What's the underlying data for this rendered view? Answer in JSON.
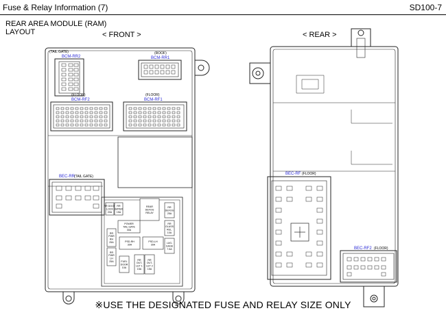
{
  "header": {
    "title": "Fuse & Relay Information (7)",
    "code": "SD100-7"
  },
  "module": {
    "name": "REAR AREA MODULE (RAM)",
    "sub": "LAYOUT"
  },
  "views": {
    "front": "< FRONT >",
    "rear": "< REAR >"
  },
  "connectors": {
    "bcm_rr2": {
      "id": "BCM-RR2",
      "loc": "(TAIL GATE)"
    },
    "bcm_rr1": {
      "id": "BCM-RR1",
      "loc": "(ROOF)"
    },
    "bcm_rf2": {
      "id": "BCM-RF2",
      "loc": "(FLOOR)"
    },
    "bcm_rf1": {
      "id": "BCM-RF1",
      "loc": "(FLOOR)"
    },
    "bec_rr": {
      "id": "BEC-RR",
      "loc": "(TAIL GATE)"
    },
    "bec_rf": {
      "id": "BEC-RF",
      "loc": "(FLOOR)"
    },
    "bec_rf2": {
      "id": "BEC-RF2",
      "loc": "(FLOOR)"
    }
  },
  "fuses": {
    "rr_door_lock": [
      "RR DOOR",
      "LOCK",
      "20A"
    ],
    "rr_wiper": [
      "RR",
      "WIPER",
      "15A"
    ],
    "rear_defog_relay": [
      "REAR",
      "DEFOG",
      "RELAY"
    ],
    "rr_defog": [
      "RR",
      "DEFOG",
      "25A"
    ],
    "rr_glass_release": [
      "RR",
      "GLASS",
      "REL.",
      "10A"
    ],
    "power_tail_gate": [
      "POWER",
      "TAIL GATE",
      "30A"
    ],
    "rr_pwr_rh": [
      "RR",
      "PWR",
      "RH",
      "25A"
    ],
    "psd_rh": [
      "PSD-RH",
      "30A"
    ],
    "psd_lh": [
      "PSD-LH",
      "30A"
    ],
    "luggage": [
      "LUG-",
      "GAGE",
      "7.5A"
    ],
    "rr_pwr_lh": [
      "RR",
      "PWR",
      "LH",
      "25A"
    ],
    "fuel_door": [
      "FUEL",
      "DOOR",
      "10A"
    ],
    "rr_outlet_1": [
      "RR",
      "OUT-",
      "LET 1",
      "15A"
    ],
    "rr_outlet_2": [
      "RR",
      "OUT-",
      "LET 2",
      "15A"
    ]
  },
  "note": "※USE THE DESIGNATED FUSE AND RELAY SIZE ONLY"
}
